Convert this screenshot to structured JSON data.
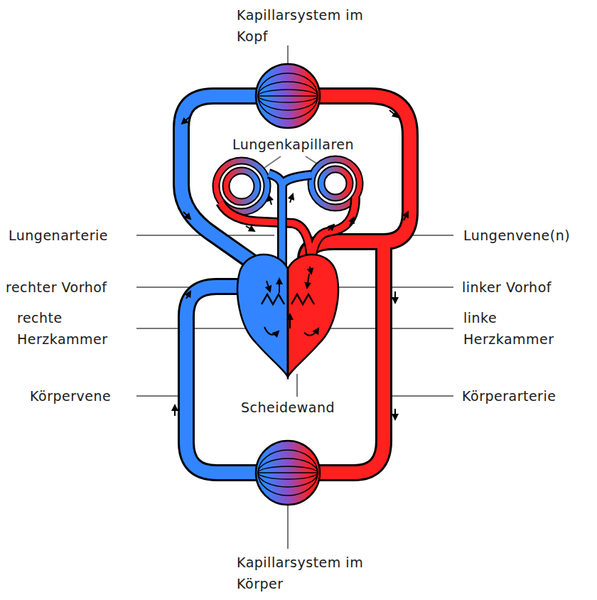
{
  "diagram": {
    "labels": [
      "Kapillarsystem im Kopf",
      "Lungenkapillaren",
      "Lungenarterie",
      "Lungenvene(n)",
      "rechter Vorhof",
      "linker Vorhof",
      "rechte Herzkammer",
      "linke Herzkammer",
      "Körpervene",
      "Scheidewand",
      "Körperarterie",
      "Kapillarsystem im Körper"
    ]
  }
}
